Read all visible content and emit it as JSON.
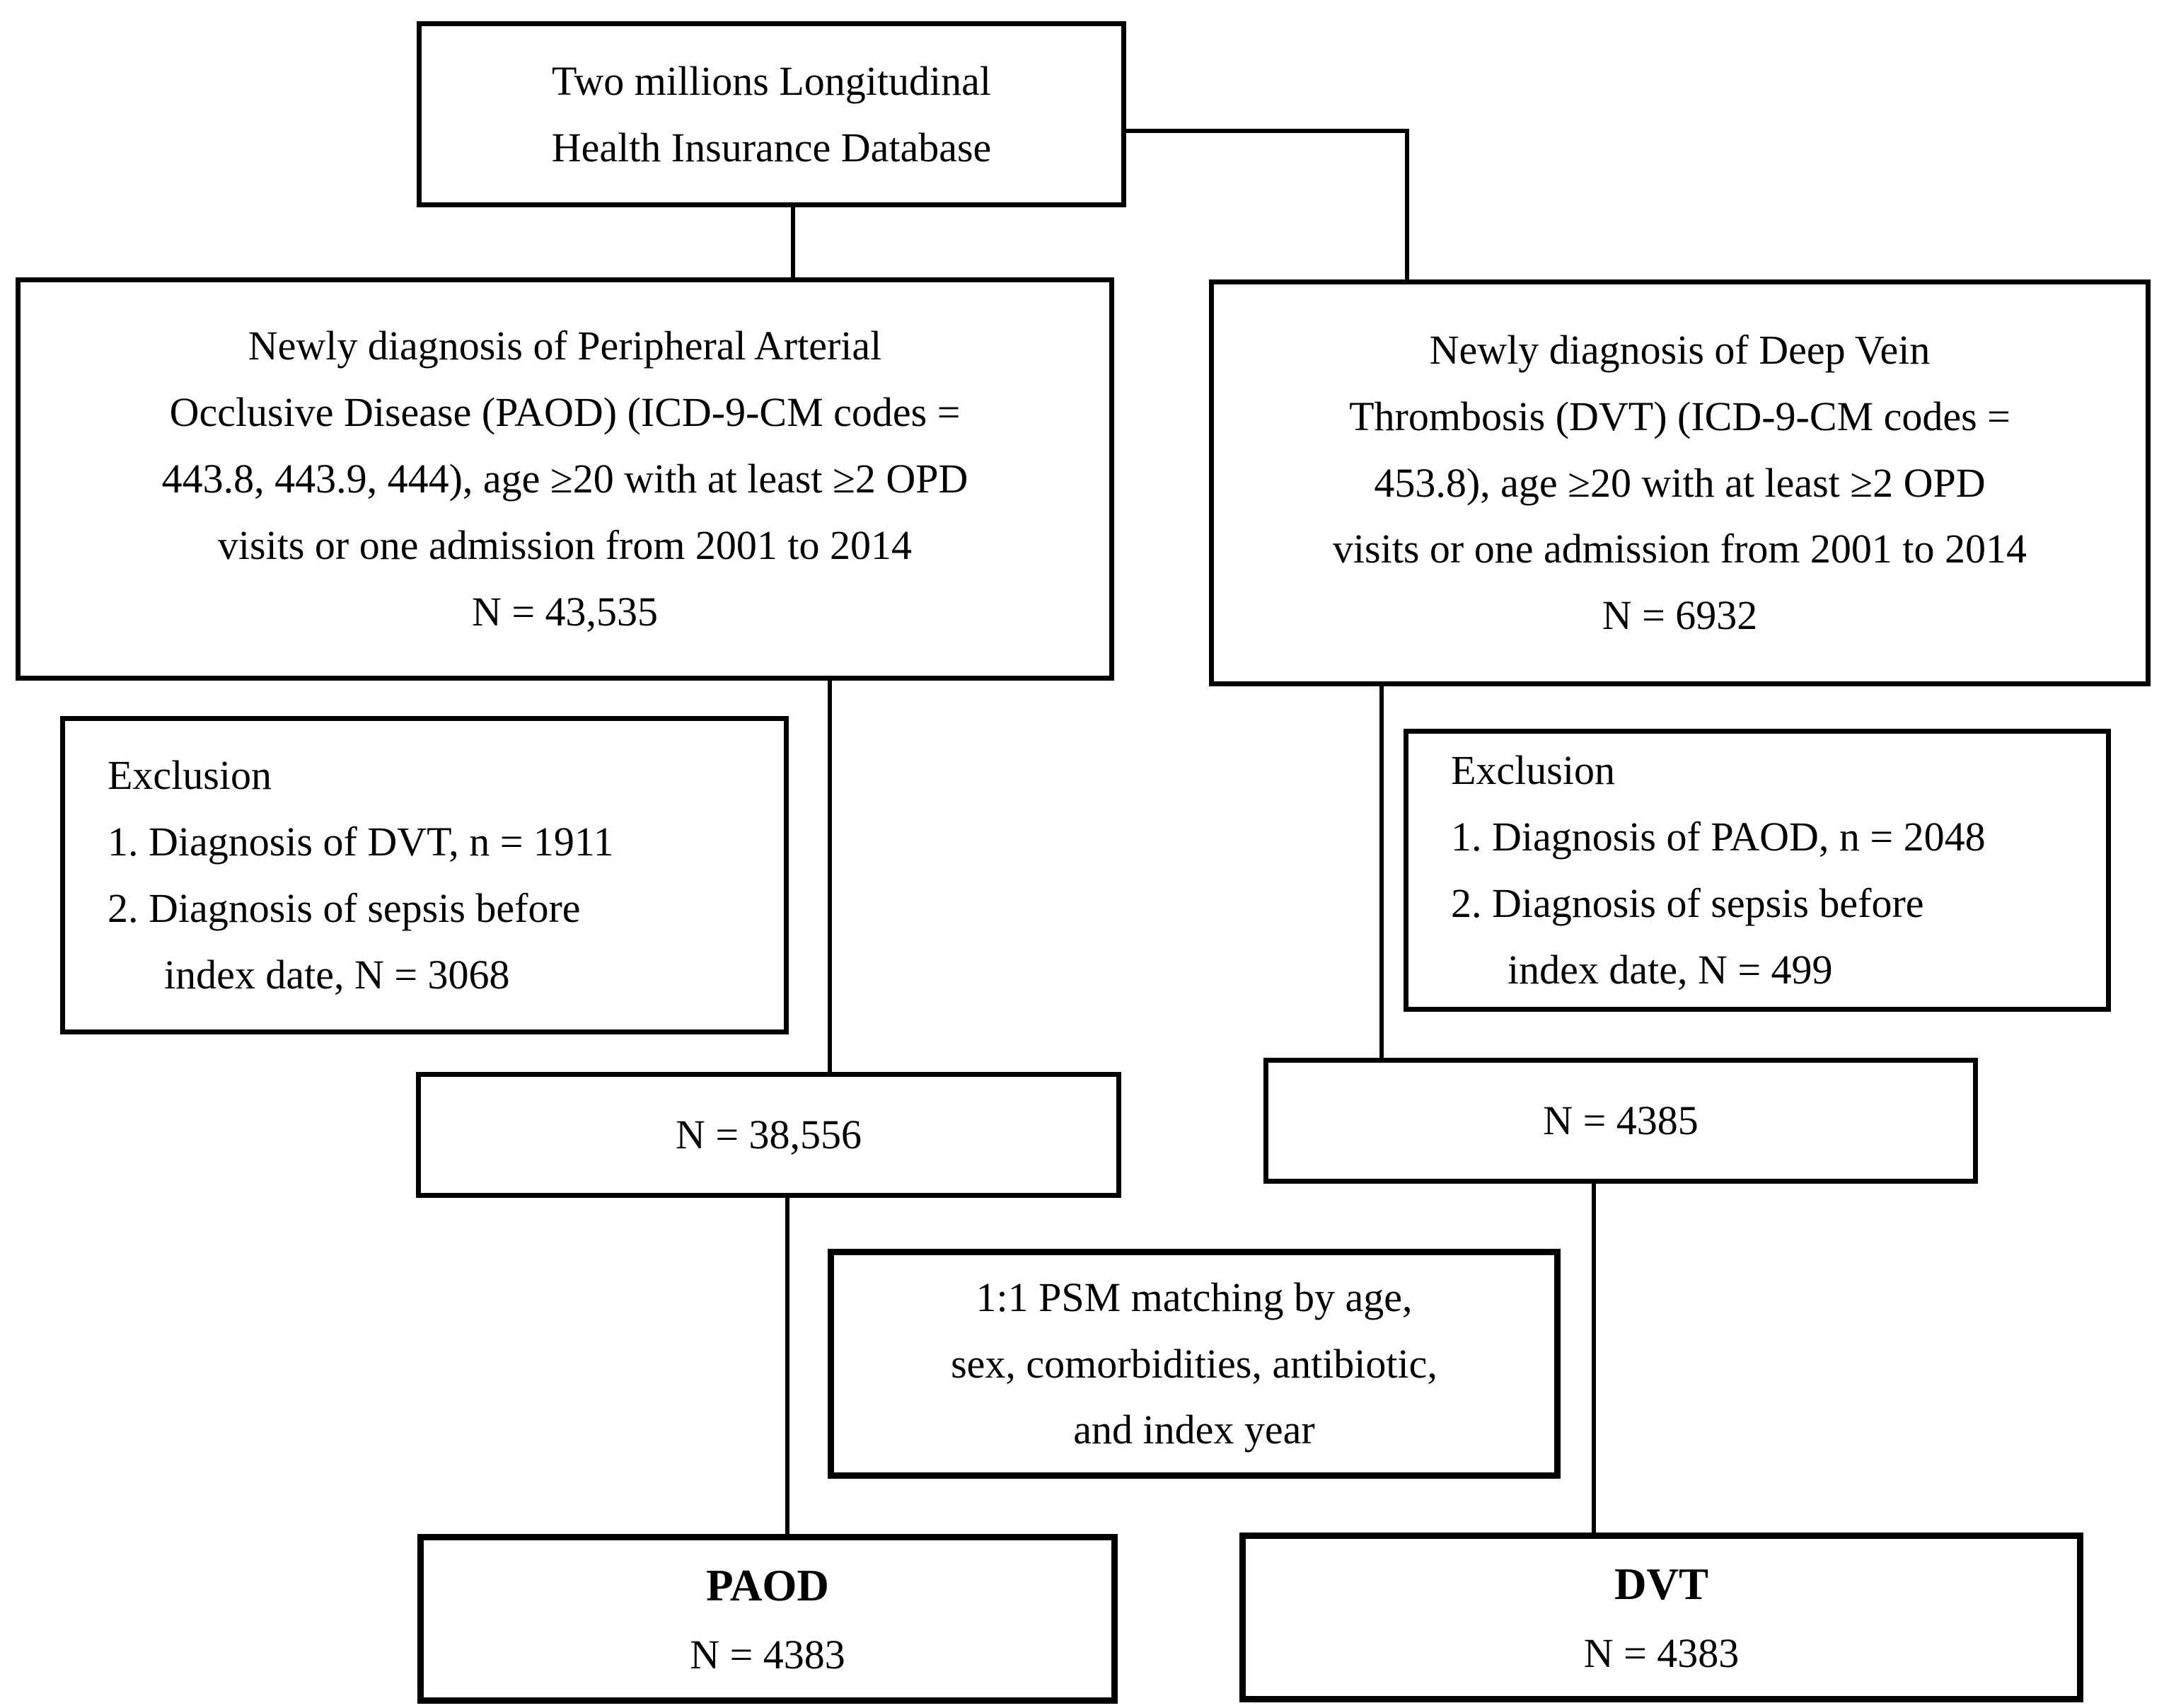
{
  "figure": {
    "background": "#ffffff",
    "line_color": "#000000",
    "border_color": "#000000"
  },
  "boxes": {
    "database": {
      "lines": [
        "Two millions Longitudinal",
        "Health Insurance Database"
      ]
    },
    "paod_cohort": {
      "lines": [
        "Newly diagnosis of Peripheral Arterial",
        "Occlusive Disease (PAOD) (ICD-9-CM codes =",
        "443.8, 443.9, 444), age ≥20 with at least ≥2 OPD",
        "visits or one admission from 2001 to 2014",
        "N = 43,535"
      ]
    },
    "dvt_cohort": {
      "lines": [
        "Newly diagnosis of Deep Vein",
        "Thrombosis (DVT) (ICD-9-CM codes =",
        "453.8), age ≥20 with at least ≥2 OPD",
        "visits or one admission from 2001 to 2014",
        "N = 6932"
      ]
    },
    "paod_exclusion": {
      "lines": [
        "Exclusion",
        "1. Diagnosis of DVT, n = 1911",
        "2. Diagnosis of sepsis before",
        "index date, N = 3068"
      ]
    },
    "dvt_exclusion": {
      "lines": [
        "Exclusion",
        "1. Diagnosis of PAOD, n = 2048",
        "2. Diagnosis of sepsis before",
        "index date, N = 499"
      ]
    },
    "paod_after_exclusion": {
      "n": "N = 38,556"
    },
    "dvt_after_exclusion": {
      "n": "N = 4385"
    },
    "psm": {
      "lines": [
        "1:1 PSM matching by age,",
        "sex, comorbidities, antibiotic,",
        "and index year"
      ]
    },
    "paod_final": {
      "title": "PAOD",
      "n": "N = 4383"
    },
    "dvt_final": {
      "title": "DVT",
      "n": "N = 4383"
    }
  }
}
